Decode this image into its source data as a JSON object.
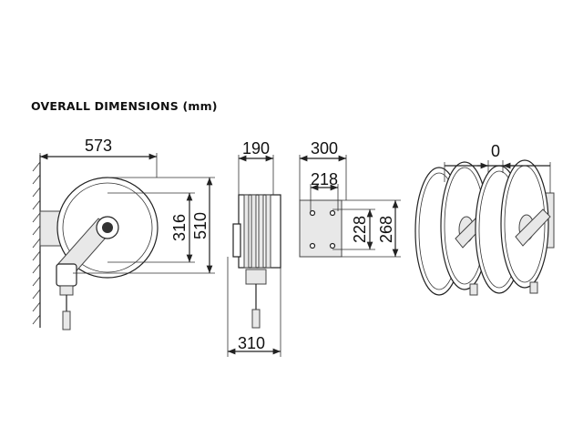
{
  "heading": "OVERALL DIMENSIONS (mm)",
  "dimensions": {
    "side_width": "573",
    "side_inner_height": "316",
    "side_total_height": "510",
    "front_width": "190",
    "front_total_width": "310",
    "bracket_width": "300",
    "bracket_hole_spacing_h": "218",
    "bracket_hole_spacing_v": "228",
    "bracket_height": "268",
    "multi_reel_spacing": "0"
  }
}
